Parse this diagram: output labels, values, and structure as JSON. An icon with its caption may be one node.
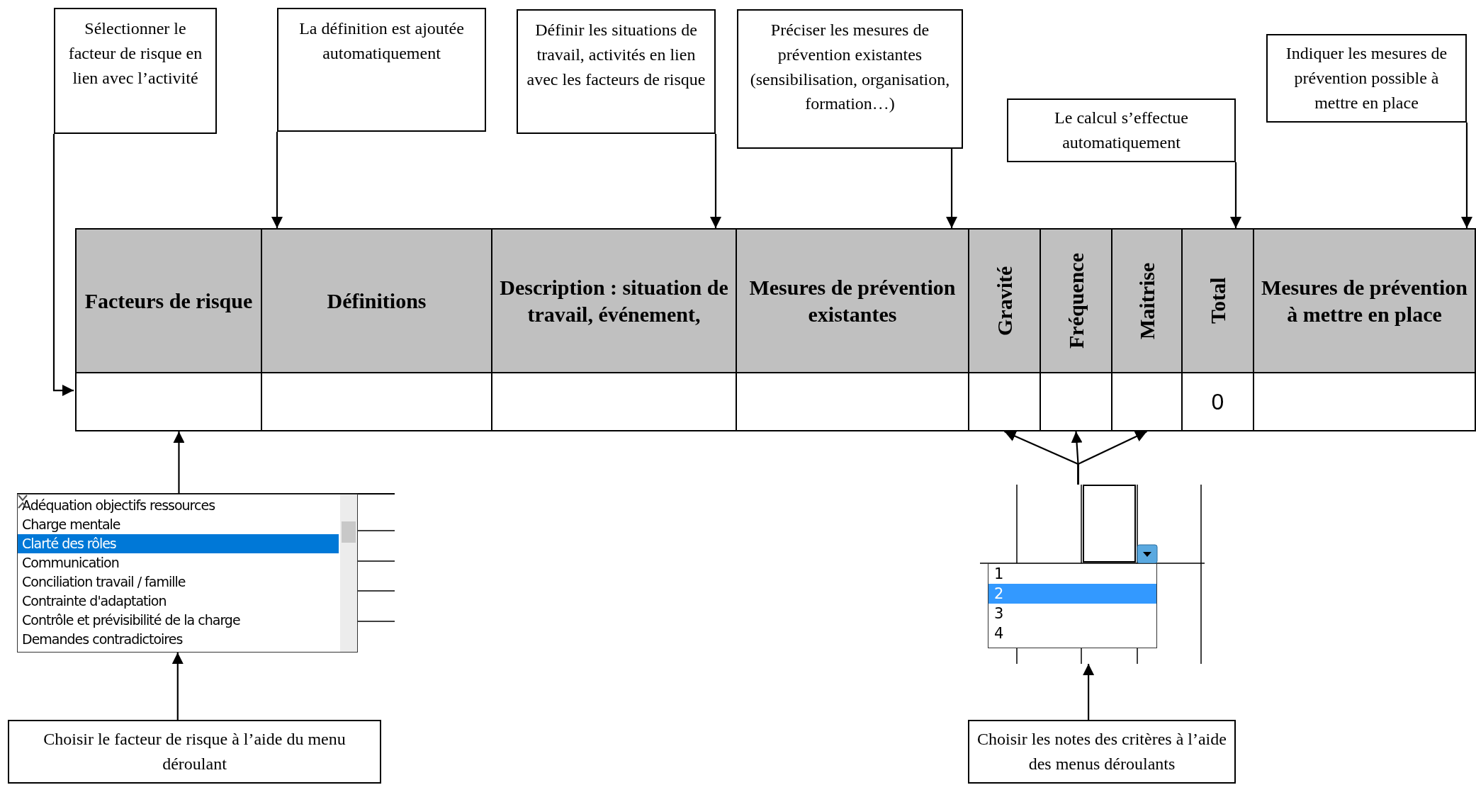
{
  "diagram": {
    "nodes": [
      {
        "text": [
          "Sélectionner le facteur de risque en lien avec l’activité"
        ]
      },
      {
        "text": [
          "La définition est ajoutée automatiquement"
        ]
      },
      {
        "text": [
          "Définir les situations de travail, activités en lien avec les facteurs de risque"
        ]
      },
      {
        "text": [
          "Préciser les mesures de prévention existantes (sensibilisation, organisation, formation…)"
        ]
      },
      {
        "text": [
          "Le calcul s’effectue automatiquement"
        ]
      },
      {
        "text": [
          "Indiquer les mesures de prévention possible à mettre en place"
        ]
      },
      {
        "text": [
          "Facteurs de risque"
        ]
      },
      {
        "text": [
          "Définitions"
        ]
      },
      {
        "text": [
          "Description : situation de travail, événement,"
        ]
      },
      {
        "text": [
          "Mesures de prévention existantes"
        ]
      },
      {
        "text": [
          "Gravité"
        ]
      },
      {
        "text": [
          "Fréquence"
        ]
      },
      {
        "text": [
          "Maitrise"
        ]
      },
      {
        "text": [
          "Total"
        ]
      },
      {
        "text": [
          "Mesures de prévention à mettre en place"
        ]
      },
      {
        "text": [],
        "shape": "box"
      },
      {
        "text": [],
        "shape": "box"
      },
      {
        "text": [],
        "shape": "box"
      },
      {
        "text": [],
        "shape": "box"
      },
      {
        "text": [],
        "shape": "box"
      },
      {
        "text": [],
        "shape": "box"
      },
      {
        "text": [],
        "shape": "box"
      },
      {
        "text": [
          "0"
        ]
      },
      {
        "text": [],
        "shape": "box"
      },
      {
        "text": [
          "Adéquation objectifs ressources",
          "Charge mentale",
          "Clarté des rôles",
          "Communication",
          "Conciliation travail / famille",
          "Contrainte d'adaptation",
          "Contrôle et prévisibilité de la charge",
          "Demandes contradictoires"
        ]
      },
      {
        "text": [
          "1",
          "2",
          "3",
          "4"
        ]
      },
      {
        "text": [
          "Choisir le facteur de risque à l’aide du menu déroulant"
        ]
      },
      {
        "text": [
          "Choisir les notes des critères à l’aide des menus déroulants"
        ]
      }
    ],
    "edges": [
      {
        "from": 0,
        "to": 15,
        "arrow": "to"
      },
      {
        "from": 1,
        "to": 7,
        "arrow": "to"
      },
      {
        "from": 2,
        "to": 8,
        "arrow": "to"
      },
      {
        "from": 3,
        "to": 9,
        "arrow": "to"
      },
      {
        "from": 4,
        "to": 13,
        "arrow": "to"
      },
      {
        "from": 5,
        "to": 14,
        "arrow": "to"
      },
      {
        "from": 24,
        "to": 15,
        "arrow": "to"
      },
      {
        "from": 26,
        "to": 24,
        "arrow": "to"
      },
      {
        "from": 27,
        "to": 25,
        "arrow": "to"
      },
      {
        "from": 25,
        "to": 19,
        "arrow": "to"
      },
      {
        "from": 25,
        "to": 20,
        "arrow": "to"
      },
      {
        "from": 25,
        "to": 21,
        "arrow": "to"
      }
    ]
  }
}
